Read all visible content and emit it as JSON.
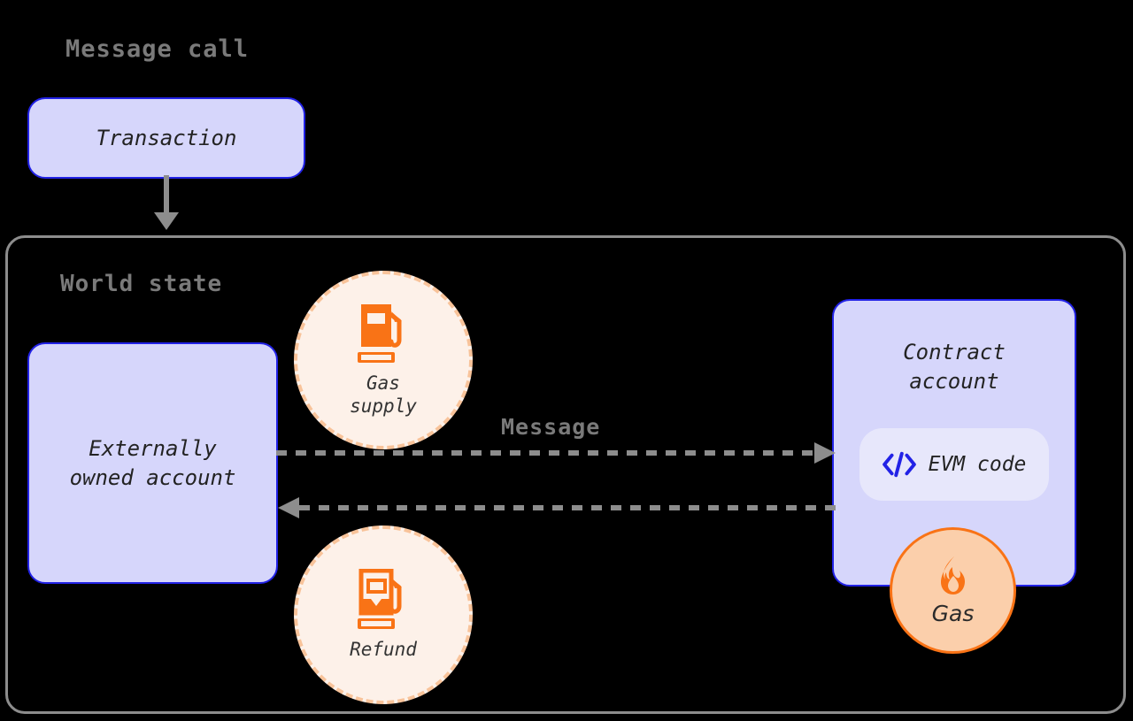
{
  "diagram": {
    "title_top": "Message call",
    "container_title": "World state",
    "colors": {
      "background": "#000000",
      "node_fill": "#d6d6fb",
      "node_border": "#2222e6",
      "container_border": "#8d8d8d",
      "arrow": "#8d8d8d",
      "title_text": "#7a7a7a",
      "badge_fill": "#fdf1e9",
      "badge_border": "#f8c39a",
      "accent_orange": "#f97316",
      "flame_circle_fill": "#fbcfab",
      "evm_pill_fill": "#e7e7fb",
      "evm_icon": "#2222e6"
    }
  },
  "nodes": {
    "transaction": {
      "label": "Transaction"
    },
    "externally_owned_account": {
      "label": "Externally\nowned account"
    },
    "contract_account": {
      "label": "Contract\naccount",
      "evm_code_label": "EVM code",
      "evm_code_icon": "code-brackets-icon"
    }
  },
  "badges": {
    "gas_supply": {
      "label": "Gas\nsupply",
      "icon": "gas-pump-full-icon"
    },
    "refund": {
      "label": "Refund",
      "icon": "gas-pump-partial-icon"
    },
    "gas_flame": {
      "label": "Gas",
      "icon": "flame-icon"
    }
  },
  "edges": {
    "transaction_to_world_state": {
      "style": "solid",
      "direction": "down",
      "label": ""
    },
    "message_forward": {
      "style": "dashed",
      "direction": "right",
      "label": "Message"
    },
    "message_return": {
      "style": "dashed",
      "direction": "left",
      "label": ""
    }
  }
}
